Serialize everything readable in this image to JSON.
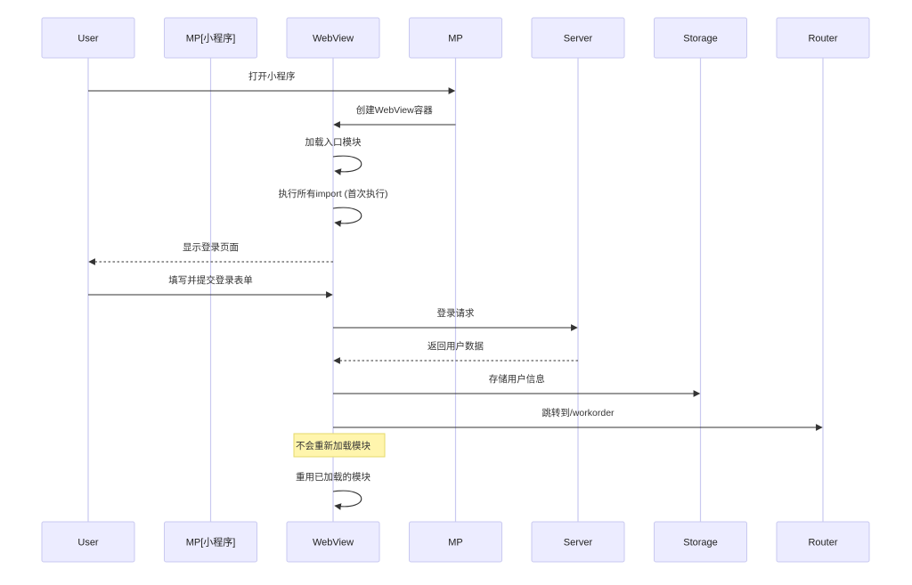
{
  "participants": [
    {
      "id": "user",
      "label": "User"
    },
    {
      "id": "mp_mini",
      "label": "MP[小程序]"
    },
    {
      "id": "webview",
      "label": "WebView"
    },
    {
      "id": "mp",
      "label": "MP"
    },
    {
      "id": "server",
      "label": "Server"
    },
    {
      "id": "storage",
      "label": "Storage"
    },
    {
      "id": "router",
      "label": "Router"
    }
  ],
  "messages": [
    {
      "from": "user",
      "to": "mp",
      "text": "打开小程序",
      "style": "solid"
    },
    {
      "from": "mp",
      "to": "webview",
      "text": "创建WebView容器",
      "style": "solid"
    },
    {
      "from": "webview",
      "to": "webview",
      "text": "加载入口模块",
      "style": "solid"
    },
    {
      "from": "webview",
      "to": "webview",
      "text": "执行所有import (首次执行)",
      "style": "solid"
    },
    {
      "from": "webview",
      "to": "user",
      "text": "显示登录页面",
      "style": "dotted"
    },
    {
      "from": "user",
      "to": "webview",
      "text": "填写并提交登录表单",
      "style": "solid"
    },
    {
      "from": "webview",
      "to": "server",
      "text": "登录请求",
      "style": "solid"
    },
    {
      "from": "server",
      "to": "webview",
      "text": "返回用户数据",
      "style": "dotted"
    },
    {
      "from": "webview",
      "to": "storage",
      "text": "存储用户信息",
      "style": "solid"
    },
    {
      "from": "webview",
      "to": "router",
      "text": "跳转到/workorder",
      "style": "solid"
    },
    {
      "type": "note",
      "over": "webview",
      "text": "不会重新加载模块"
    },
    {
      "from": "webview",
      "to": "webview",
      "text": "重用已加载的模块",
      "style": "solid"
    }
  ],
  "colors": {
    "actor_fill": "#ECECFF",
    "actor_border": "#C9C9F0",
    "note_fill": "#FFF5AD",
    "line": "#333333"
  }
}
